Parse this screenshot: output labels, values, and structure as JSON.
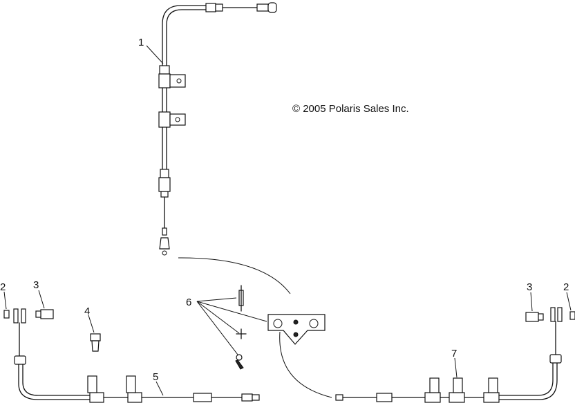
{
  "copyright": "© 2005 Polaris Sales Inc.",
  "callouts": [
    "1",
    "2",
    "3",
    "4",
    "5",
    "6",
    "2",
    "3",
    "7"
  ]
}
